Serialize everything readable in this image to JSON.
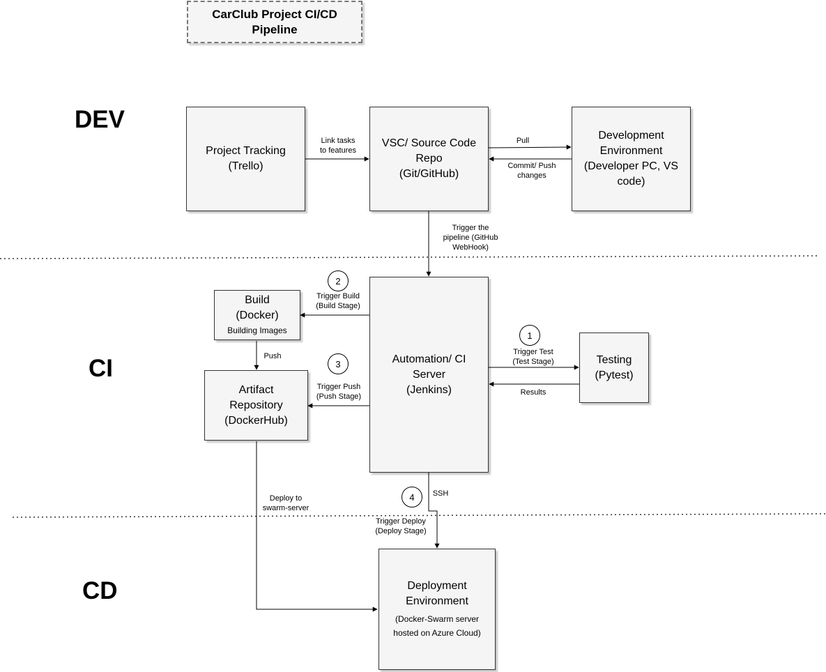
{
  "title": [
    "CarClub Project CI/CD",
    "Pipeline"
  ],
  "sections": {
    "dev": "DEV",
    "ci": "CI",
    "cd": "CD"
  },
  "nodes": {
    "project_tracking": [
      "Project Tracking",
      "(Trello)"
    ],
    "source_repo": [
      "VSC/ Source Code",
      "Repo",
      "(Git/GitHub)"
    ],
    "dev_env": [
      "Development",
      "Environment",
      "(Developer PC, VS",
      "code)"
    ],
    "build": {
      "lines": [
        "Build",
        "(Docker)"
      ],
      "sub": "Building Images"
    },
    "artifact_repo": [
      "Artifact",
      "Repository",
      "(DockerHub)"
    ],
    "ci_server": [
      "Automation/ CI",
      "Server",
      "(Jenkins)"
    ],
    "testing": [
      "Testing",
      "(Pytest)"
    ],
    "deploy_env": {
      "lines": [
        "Deployment",
        "Environment"
      ],
      "sub": [
        "(Docker-Swarm server",
        "hosted on Azure Cloud)"
      ]
    }
  },
  "edge_labels": {
    "link_tasks": [
      "Link tasks",
      "to features"
    ],
    "pull": "Pull",
    "commit_push": [
      "Commit/ Push",
      "changes"
    ],
    "trigger_pipeline": [
      "Trigger the",
      "pipeline (GitHub",
      "WebHook)"
    ],
    "trigger_build": [
      "Trigger Build",
      "(Build Stage)"
    ],
    "push": "Push",
    "trigger_push": [
      "Trigger Push",
      "(Push Stage)"
    ],
    "trigger_test": [
      "Trigger Test",
      "(Test Stage)"
    ],
    "results": "Results",
    "ssh": "SSH",
    "deploy_swarm": [
      "Deploy to",
      "swarm-server"
    ],
    "trigger_deploy": [
      "Trigger Deploy",
      "(Deploy Stage)"
    ]
  },
  "step_numbers": {
    "test": "1",
    "build": "2",
    "push": "3",
    "deploy": "4"
  }
}
